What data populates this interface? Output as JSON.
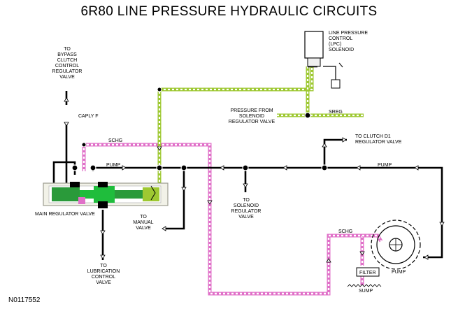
{
  "title": "6R80 LINE PRESSURE HYDRAULIC CIRCUITS",
  "reference": "N0117552",
  "colors": {
    "pump_line": "#000000",
    "schg_line": "#e070c8",
    "lpc_line": "#9ec832",
    "valve_body": "#2a9a3a",
    "valve_spool": "#1fbd3c"
  },
  "labels": {
    "to_bypass": [
      "TO",
      "BYPASS",
      "CLUTCH",
      "CONTROL",
      "REGULATOR",
      "VALVE"
    ],
    "caply_f": "CAPLY F",
    "schg_left": "SCHG",
    "pump_left": "PUMP",
    "main_reg_valve": "MAIN REGULATOR VALVE",
    "to_manual": [
      "TO",
      "MANUAL",
      "VALVE"
    ],
    "to_lubrication": [
      "TO",
      "LUBRICATION",
      "CONTROL",
      "VALVE"
    ],
    "to_solenoid": [
      "TO",
      "SOLENOID",
      "REGULATOR",
      "VALVE"
    ],
    "lpc_solenoid": [
      "LINE PRESSURE",
      "CONTROL",
      "(LPC)",
      "SOLENOID"
    ],
    "pressure_from": [
      "PRESSURE FROM",
      "SOLENOID",
      "REGULATOR VALVE"
    ],
    "sreg": "SREG",
    "to_clutch": [
      "TO CLUTCH D1",
      "REGULATOR VALVE"
    ],
    "pump_right": "PUMP",
    "schg_right": "SCHG",
    "filter": "FILTER",
    "sump": "SUMP",
    "pump_gear": "PUMP"
  }
}
